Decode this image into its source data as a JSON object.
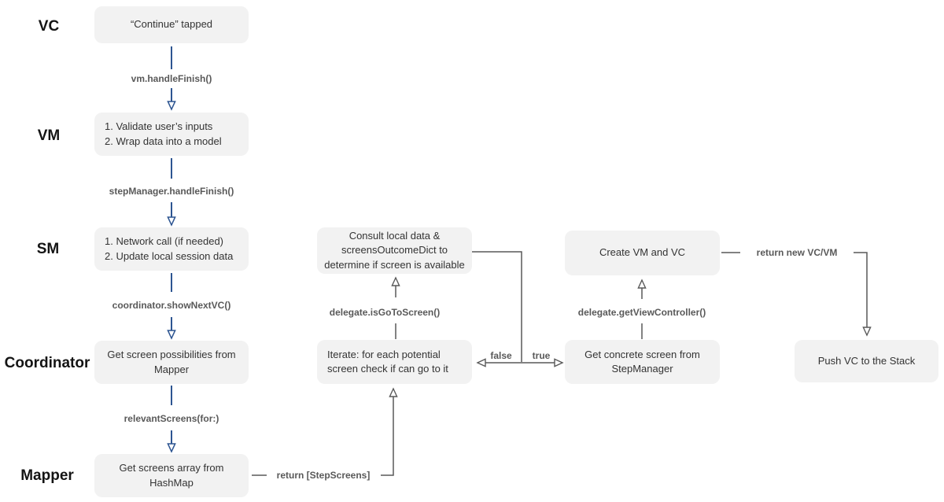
{
  "rows": {
    "vc": "VC",
    "vm": "VM",
    "sm": "SM",
    "coordinator": "Coordinator",
    "mapper": "Mapper"
  },
  "boxes": {
    "continue_tapped": {
      "text": "“Continue” tapped"
    },
    "vm_tasks": {
      "line1": "1. Validate user’s inputs",
      "line2": "2. Wrap data into a model"
    },
    "sm_tasks": {
      "line1": "1. Network call (if needed)",
      "line2": "2. Update local session data"
    },
    "coordinator_task": {
      "text": "Get screen possibilities from Mapper"
    },
    "mapper_task": {
      "text": "Get screens array from HashMap"
    },
    "consult": {
      "line1": "Consult local data &",
      "line2": "screensOutcomeDict to",
      "line3": "determine if screen is available"
    },
    "iterate": {
      "line1": "Iterate: for each potential",
      "line2": "screen check if can go to it"
    },
    "create_vm_vc": {
      "text": "Create VM and VC"
    },
    "concrete_screen": {
      "text": "Get concrete screen from StepManager"
    },
    "push_vc": {
      "text": "Push VC to the Stack"
    }
  },
  "edges": {
    "vm_handle_finish": "vm.handleFinish()",
    "step_manager_handle_finish": "stepManager.handleFinish()",
    "coordinator_show_next_vc": "coordinator.showNextVC()",
    "relevant_screens": "relevantScreens(for:)",
    "delegate_is_go_to_screen": "delegate.isGoToScreen()",
    "delegate_get_view_controller": "delegate.getViewController()",
    "return_step_screens": "return [StepScreens]",
    "return_new_vc_vm": "return new VC/VM",
    "false_label": "false",
    "true_label": "true"
  },
  "colors": {
    "box_fill": "#f2f2f2",
    "box_text": "#333333",
    "gray_line": "#595959",
    "blue_line": "#2d5591",
    "label_text": "#595959",
    "row_label": "#141414"
  }
}
